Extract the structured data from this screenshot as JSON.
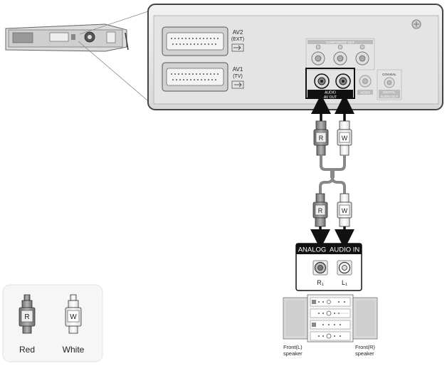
{
  "back_panel": {
    "scart_top_label_line1": "AV2",
    "scart_top_label_line2": "(EXT)",
    "scart_bottom_label_line1": "AV1",
    "scart_bottom_label_line2": "(TV)",
    "component_out_label": "COMPONENT OUT",
    "audio_label": "AUDIO",
    "av_out_label": "AV OUT",
    "video_label": "VIDEO",
    "coaxial_label": "COAXIAL",
    "digital_audio_out_label_line1": "DIGITAL",
    "digital_audio_out_label_line2": "AUDIO OUT"
  },
  "cable": {
    "upper_red_plug": "R",
    "upper_white_plug": "W",
    "lower_red_plug": "R",
    "lower_white_plug": "W"
  },
  "amplifier": {
    "input_header": "ANALOG  AUDIO IN",
    "right_jack_label": "R₁",
    "left_jack_label": "L₁",
    "front_left_speaker_line1": "Front(L)",
    "front_left_speaker_line2": "speaker",
    "front_right_speaker_line1": "Front(R)",
    "front_right_speaker_line2": "speaker"
  },
  "legend": {
    "red_plug_letter": "R",
    "white_plug_letter": "W",
    "red_caption": "Red",
    "white_caption": "White"
  },
  "colors": {
    "red_plug": "#8c8c8c",
    "white_plug": "#ffffff",
    "panel_fill": "#e9e9e9",
    "arrow": "#111111"
  }
}
